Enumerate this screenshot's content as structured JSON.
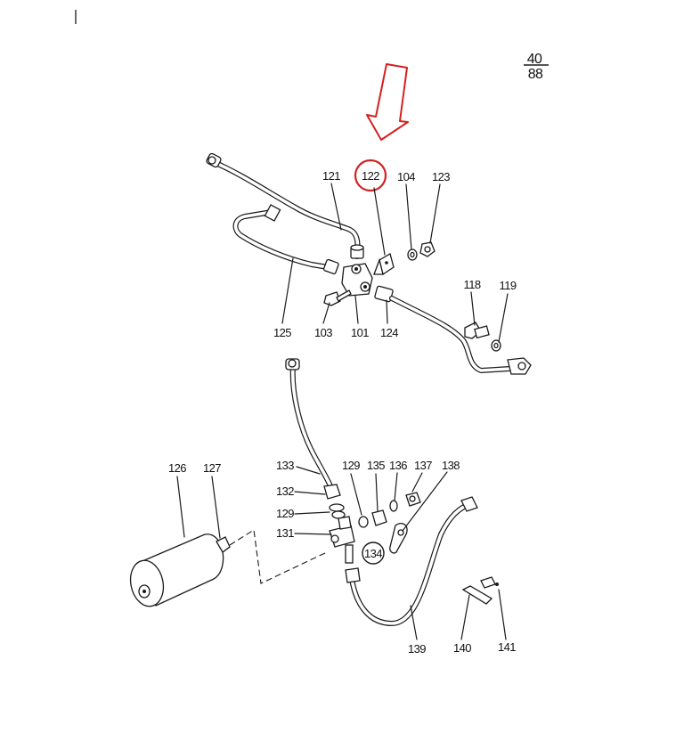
{
  "page_number": {
    "top": "40",
    "bottom": "88"
  },
  "colors": {
    "highlight": "#d42020",
    "ink": "#1a1a1a"
  },
  "highlight": {
    "icon": "arrow-down-icon",
    "circled_part": "122"
  },
  "parts": [
    "101",
    "103",
    "104",
    "118",
    "119",
    "121",
    "122",
    "123",
    "124",
    "125",
    "126",
    "127",
    "129",
    "131",
    "132",
    "133",
    "134",
    "135",
    "136",
    "137",
    "138",
    "139",
    "140",
    "141"
  ],
  "labels": {
    "p121": "121",
    "p122": "122",
    "p104": "104",
    "p123": "123",
    "p118": "118",
    "p119": "119",
    "p125": "125",
    "p103": "103",
    "p101": "101",
    "p124": "124",
    "p126": "126",
    "p127": "127",
    "p133": "133",
    "p129a": "129",
    "p135": "135",
    "p136": "136",
    "p137": "137",
    "p138": "138",
    "p132": "132",
    "p129b": "129",
    "p131": "131",
    "p134": "134",
    "p139": "139",
    "p140": "140",
    "p141": "141"
  }
}
